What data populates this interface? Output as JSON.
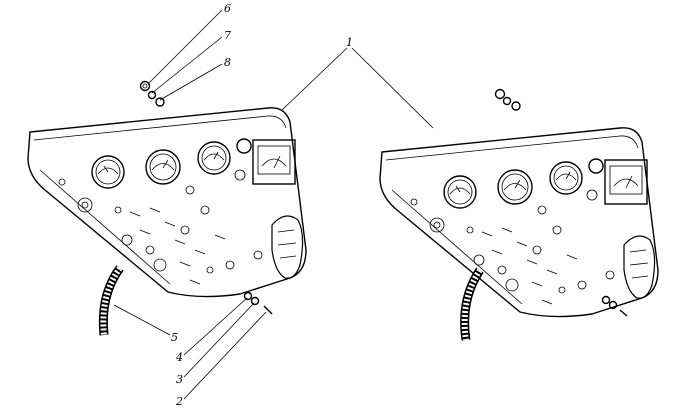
{
  "figure": {
    "callouts": [
      {
        "id": "6",
        "text": "6"
      },
      {
        "id": "7",
        "text": "7"
      },
      {
        "id": "8",
        "text": "8"
      },
      {
        "id": "1",
        "text": "1"
      },
      {
        "id": "5",
        "text": "5"
      },
      {
        "id": "4",
        "text": "4"
      },
      {
        "id": "3",
        "text": "3"
      },
      {
        "id": "2",
        "text": "2"
      }
    ],
    "line_color": "#000000",
    "background": "#ffffff"
  }
}
